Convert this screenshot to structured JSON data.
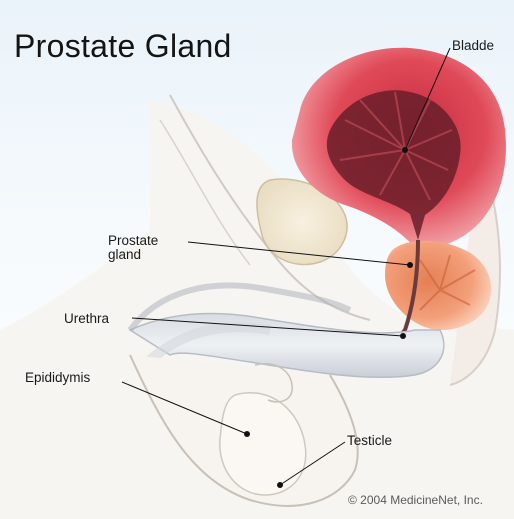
{
  "figure": {
    "title": "Prostate Gland",
    "labels": {
      "bladder": "Bladde",
      "prostate_line1": "Prostate",
      "prostate_line2": "gland",
      "urethra": "Urethra",
      "epididymis": "Epididymis",
      "testicle": "Testicle"
    },
    "copyright": "© 2004 MedicineNet, Inc."
  },
  "colors": {
    "bladder": "#d9404f",
    "bladder_lumen": "#5a1a24",
    "prostate": "#f0a477",
    "tissue_outline": "#b4b0a8",
    "leader_line": "#111111"
  }
}
